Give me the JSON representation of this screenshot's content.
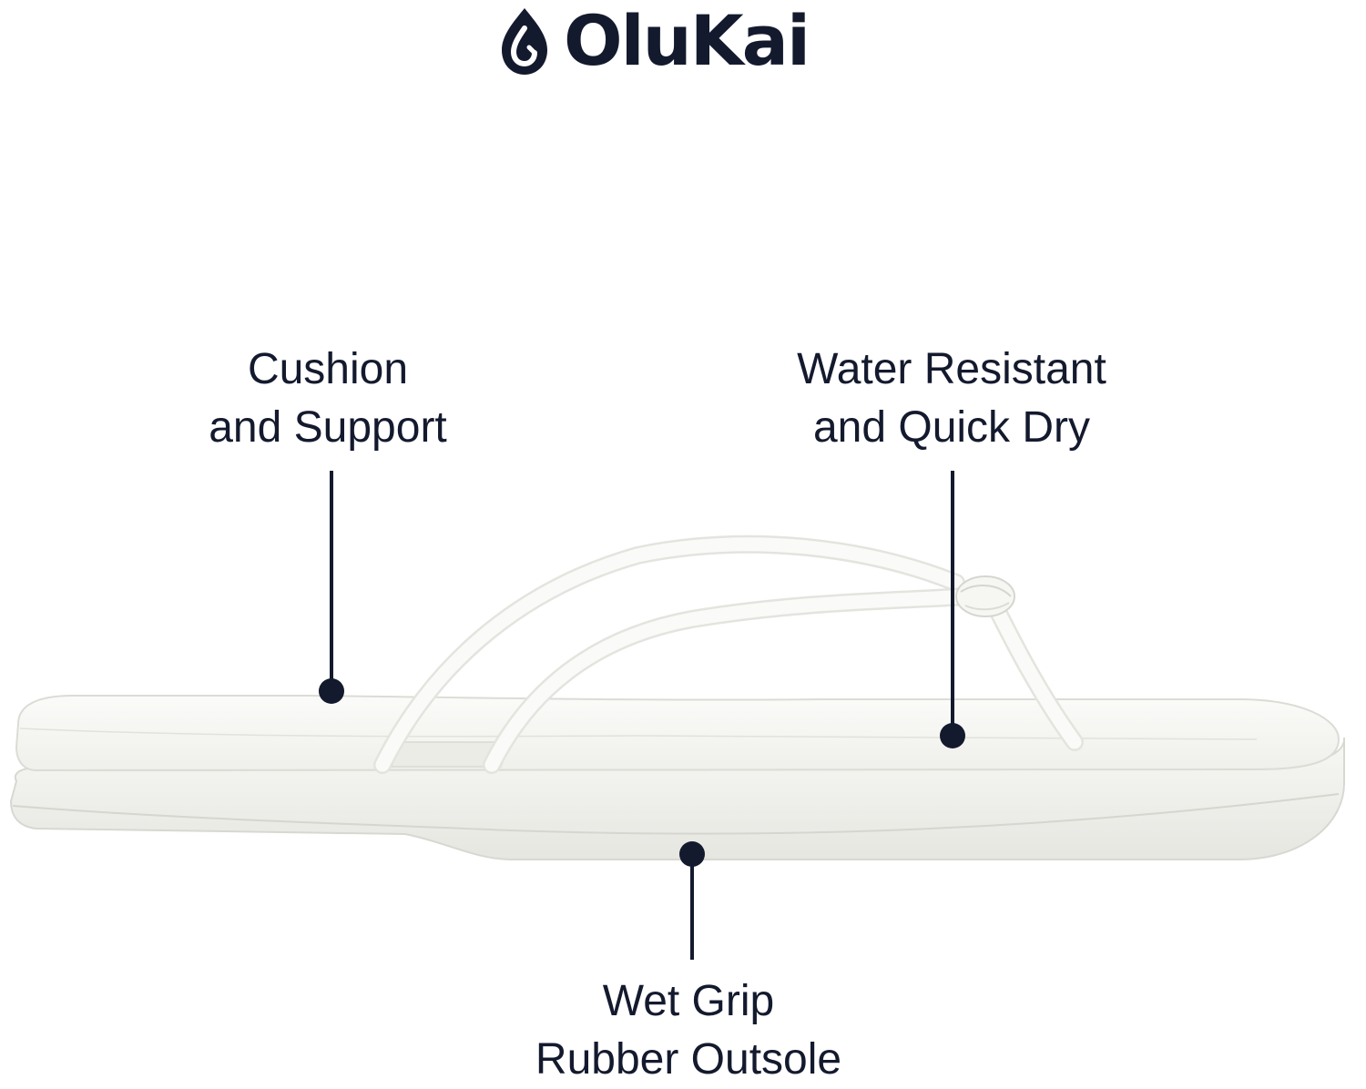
{
  "brand": {
    "name": "OluKai",
    "color": "#141a2e",
    "logo_icon": "fishhook-drop-icon"
  },
  "callouts": {
    "cushion": {
      "line1": "Cushion",
      "line2": "and Support"
    },
    "water": {
      "line1": "Water Resistant",
      "line2": "and Quick Dry"
    },
    "grip": {
      "line1": "Wet Grip",
      "line2": "Rubber Outsole"
    }
  },
  "product": {
    "type": "white thong sandal",
    "color": "#f3f3ef"
  }
}
